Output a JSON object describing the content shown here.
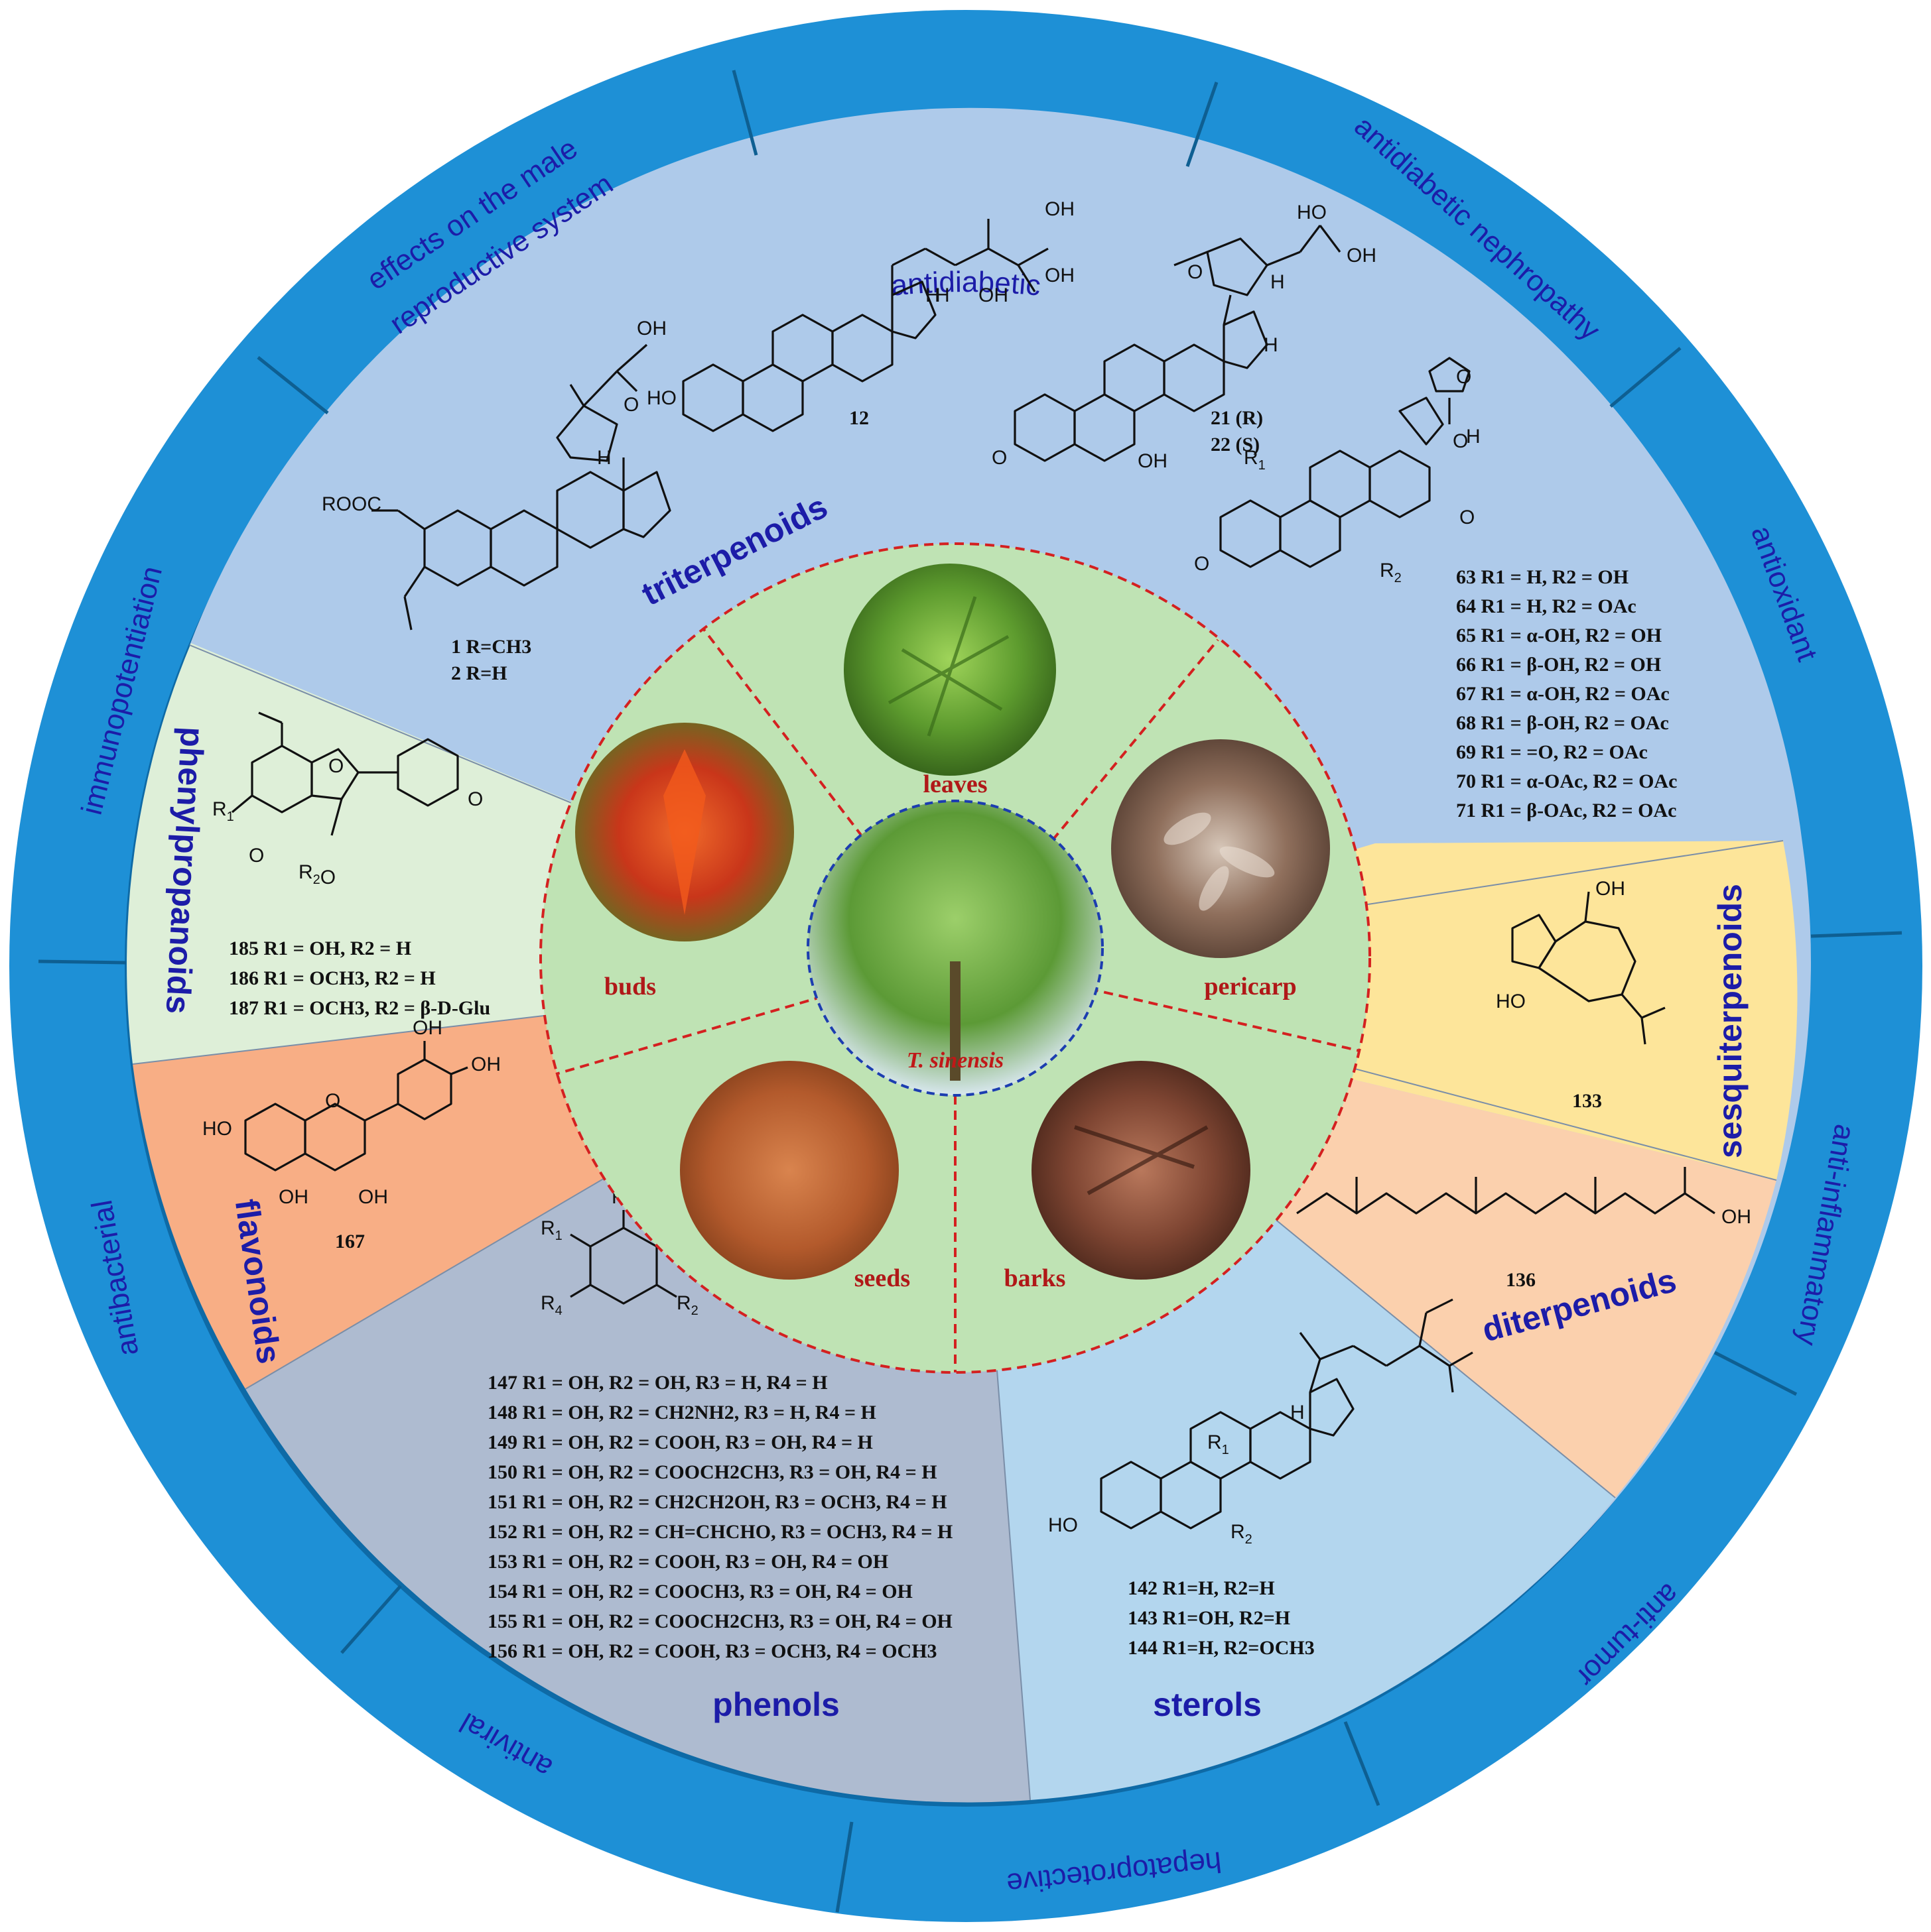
{
  "center": {
    "label": "T. sinensis"
  },
  "plant_parts": [
    {
      "id": "leaves",
      "label": "leaves"
    },
    {
      "id": "pericarp",
      "label": "pericarp"
    },
    {
      "id": "barks",
      "label": "barks"
    },
    {
      "id": "seeds",
      "label": "seeds"
    },
    {
      "id": "buds",
      "label": "buds"
    }
  ],
  "activities": [
    "antidiabetic",
    "antidiabetic nephropathy",
    "antioxidant",
    "anti-inflammatory",
    "anti-tumor",
    "hepatoprotective",
    "antiviral",
    "antibacterial",
    "immunopotentiation",
    "effects on the male reproductive system"
  ],
  "classes": [
    {
      "name": "triterpenoids",
      "color": "#aecaea",
      "lines": [
        "1  R=CH3",
        "2  R=H",
        "12",
        "21  (R)",
        "22  (S)",
        "63  R1 = H, R2 = OH",
        "64  R1 = H, R2 = OAc",
        "65  R1 = α-OH, R2 = OH",
        "66  R1 = β-OH, R2 = OH",
        "67  R1 = α-OH, R2 = OAc",
        "68  R1 = β-OH, R2 = OAc",
        "69  R1 = =O, R2 = OAc",
        "70  R1 = α-OAc, R2 = OAc",
        "71  R1 = β-OAc, R2 = OAc"
      ]
    },
    {
      "name": "sesquiterpenoids",
      "color": "#fde59a",
      "lines": [
        "133"
      ]
    },
    {
      "name": "diterpenoids",
      "color": "#fbd0ad",
      "lines": [
        "136"
      ]
    },
    {
      "name": "sterols",
      "color": "#b3d6ee",
      "lines": [
        "142  R1=H,    R2=H",
        "143  R1=OH, R2=H",
        "144  R1=H,    R2=OCH3"
      ]
    },
    {
      "name": "phenols",
      "color": "#aebbd0",
      "lines": [
        "147 R1 = OH, R2 = OH, R3 = H, R4 = H",
        "148 R1 = OH, R2 = CH2NH2, R3 = H, R4 = H",
        "149 R1 = OH, R2 = COOH, R3 = OH, R4 = H",
        "150 R1 = OH, R2 = COOCH2CH3, R3 = OH, R4 = H",
        "151 R1 = OH, R2 = CH2CH2OH, R3 = OCH3, R4 = H",
        "152 R1 = OH, R2 = CH=CHCHO, R3 = OCH3, R4 = H",
        "153 R1 = OH, R2 = COOH, R3 = OH, R4 = OH",
        "154 R1 = OH, R2 = COOCH3, R3 = OH, R4 = OH",
        "155 R1 = OH, R2 = COOCH2CH3, R3 = OH, R4 = OH",
        "156 R1 = OH, R2 = COOH, R3 = OCH3, R4 = OCH3"
      ]
    },
    {
      "name": "flavonoids",
      "color": "#f8ae85",
      "lines": [
        "167"
      ]
    },
    {
      "name": "phenylpropanoids",
      "color": "#deefd8",
      "lines": [
        "185 R1 = OH,      R2 = H",
        "186 R1 = OCH3, R2 = H",
        "187 R1 = OCH3, R2 = β-D-Glu"
      ]
    }
  ],
  "colors": {
    "ring": "#1e90d6",
    "ring_divider": "#0e5f92",
    "hub": "#bfe3b4",
    "hub_dash": "#d42020",
    "center_dash": "#1c3db0",
    "label_blue": "#1c1ca8",
    "label_red": "#b01818"
  }
}
